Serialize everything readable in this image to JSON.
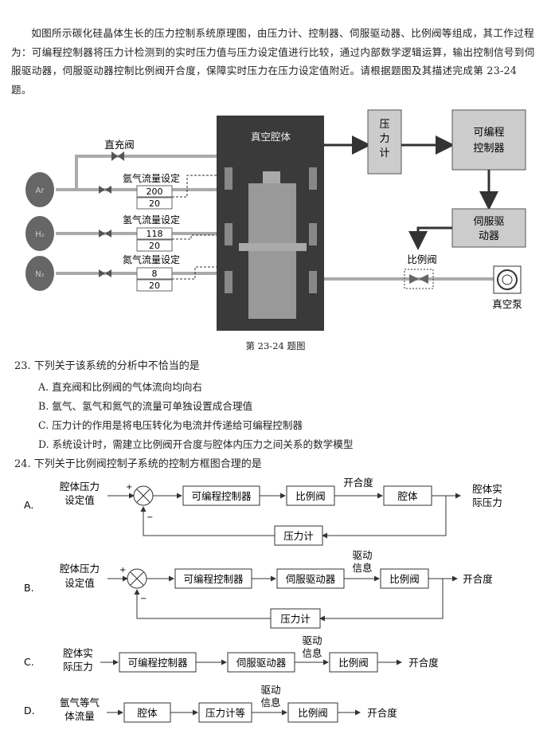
{
  "intro": "如图所示碳化硅晶体生长的压力控制系统原理图，由压力计、控制器、伺服驱动器、比例阀等组成，其工作过程为：可编程控制器将压力计检测到的实时压力值与压力设定值进行比较，通过内部数学逻辑运算，输出控制信号到伺服驱动器，伺服驱动器控制比例阀开合度，保障实时压力在压力设定值附近。请根据题图及其描述完成第 23-24 题。",
  "diagram": {
    "vacuum_chamber": "真空腔体",
    "pressure_gauge": "压力计",
    "plc": "可编程控制器",
    "servo": "伺服驱动器",
    "prop_valve": "比例阀",
    "vacuum_pump": "真空泵",
    "direct_valve": "直充阀",
    "gases": [
      {
        "symbol": "Ar",
        "setting_label": "氩气流量设定",
        "value": "200",
        "sub": "20"
      },
      {
        "symbol": "H₂",
        "setting_label": "氢气流量设定",
        "value": "118",
        "sub": "20"
      },
      {
        "symbol": "N₂",
        "setting_label": "氮气流量设定",
        "value": "8",
        "sub": "20"
      }
    ],
    "caption": "第 23-24 题图"
  },
  "q23": {
    "stem": "23. 下列关于该系统的分析中不恰当的是",
    "options": [
      "A. 直充阀和比例阀的气体流向均向右",
      "B. 氩气、氢气和氮气的流量可单独设置成合理值",
      "C. 压力计的作用是将电压转化为电流并传递给可编程控制器",
      "D. 系统设计时，需建立比例阀开合度与腔体内压力之间关系的数学模型"
    ]
  },
  "q24": {
    "stem": "24. 下列关于比例阀控制子系统的控制方框图合理的是",
    "A": {
      "letter": "A.",
      "input1": "腔体压力",
      "input2": "设定值",
      "b1": "可编程控制器",
      "b2": "比例阀",
      "sig": "开合度",
      "b3": "腔体",
      "out1": "腔体实",
      "out2": "际压力",
      "fb": "压力计",
      "plus": "+",
      "minus": "−"
    },
    "B": {
      "letter": "B.",
      "input1": "腔体压力",
      "input2": "设定值",
      "b1": "可编程控制器",
      "b2": "伺服驱动器",
      "sig1": "驱动",
      "sig2": "信息",
      "b3": "比例阀",
      "out": "开合度",
      "fb": "压力计",
      "plus": "+",
      "minus": "−"
    },
    "C": {
      "letter": "C.",
      "input1": "腔体实",
      "input2": "际压力",
      "b1": "可编程控制器",
      "b2": "伺服驱动器",
      "sig1": "驱动",
      "sig2": "信息",
      "b3": "比例阀",
      "out": "开合度"
    },
    "D": {
      "letter": "D.",
      "input1": "氩气等气",
      "input2": "体流量",
      "b1": "腔体",
      "b2": "压力计等",
      "sig1": "驱动",
      "sig2": "信息",
      "b3": "比例阀",
      "out": "开合度"
    }
  }
}
